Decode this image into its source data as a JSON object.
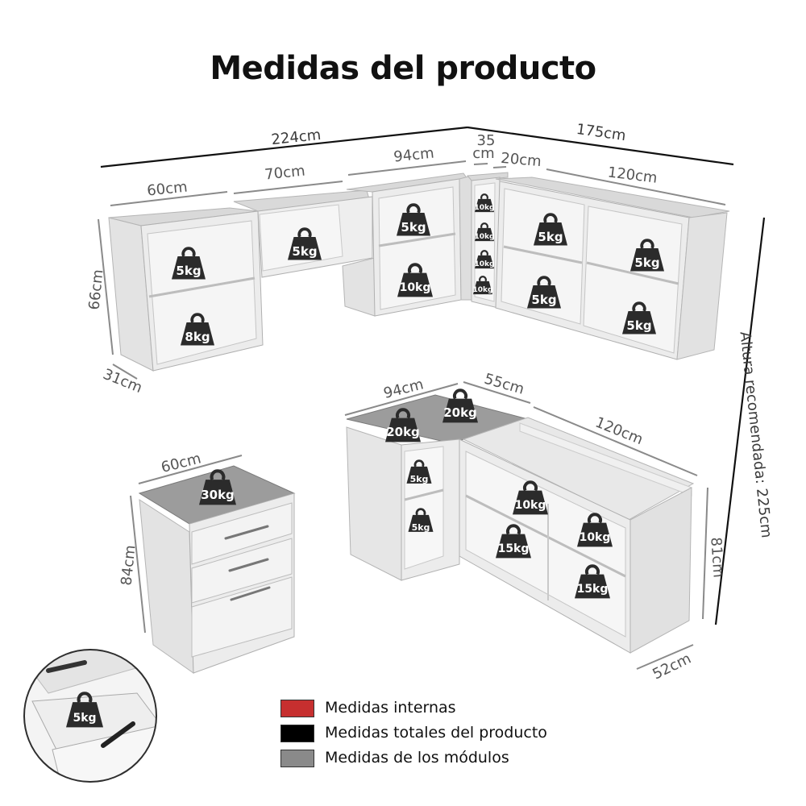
{
  "title": "Medidas del producto",
  "dimensions": {
    "total_width_left": "224cm",
    "total_width_right": "175cm",
    "upper_60": "60cm",
    "upper_70": "70cm",
    "upper_94": "94cm",
    "upper_35_top": "35",
    "upper_35_bottom": "cm",
    "upper_20": "20cm",
    "upper_120": "120cm",
    "upper_height": "66cm",
    "upper_depth": "31cm",
    "recommended_height": "Altura recomendada: 225cm",
    "lower_94": "94cm",
    "lower_55": "55cm",
    "lower_120": "120cm",
    "lower_height": "81cm",
    "lower_depth": "52cm",
    "drawer_width": "60cm",
    "drawer_height": "84cm"
  },
  "weights": {
    "u_left_top": "5kg",
    "u_left_bottom": "8kg",
    "u_middle": "5kg",
    "u_94_top": "5kg",
    "u_94_bottom": "10kg",
    "u_narrow_1": "10kg",
    "u_narrow_2": "10kg",
    "u_narrow_3": "10kg",
    "u_narrow_4": "10kg",
    "u_right_a": "5kg",
    "u_right_b": "5kg",
    "u_right_c": "5kg",
    "u_right_d": "5kg",
    "l_top_left": "20kg",
    "l_top_mid": "20kg",
    "l_narrow_top": "5kg",
    "l_narrow_bottom": "5kg",
    "l_right_a": "10kg",
    "l_right_b": "10kg",
    "l_right_c": "15kg",
    "l_right_d": "15kg",
    "drawer_top": "30kg",
    "drawer_inset": "5kg"
  },
  "legend": [
    {
      "label": "Medidas internas",
      "color": "#c62f2f"
    },
    {
      "label": "Medidas totales del producto",
      "color": "#000000"
    },
    {
      "label": "Medidas de los módulos",
      "color": "#8a8a8a"
    }
  ]
}
